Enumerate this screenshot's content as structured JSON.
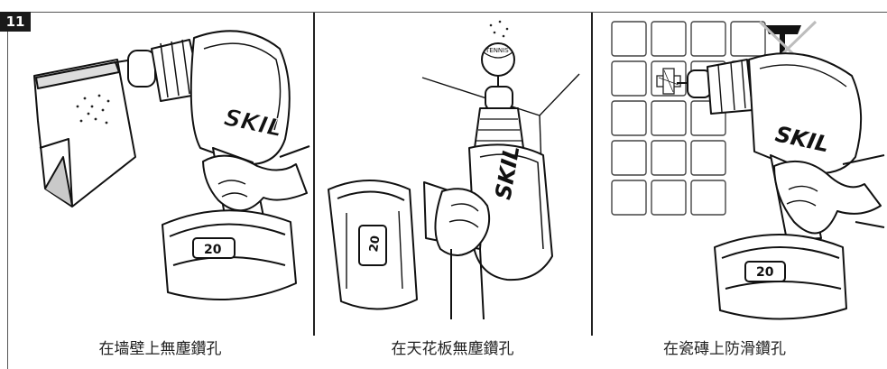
{
  "figure": {
    "number": "11",
    "panels": [
      {
        "caption": "在墙壁上無塵鑽孔",
        "brand": "SKIL",
        "battery_label": "20"
      },
      {
        "caption": "在天花板無塵鑽孔",
        "brand": "SKIL",
        "battery_label": "20",
        "accessory_label": "TENNIS"
      },
      {
        "caption": "在瓷磚上防滑鑽孔",
        "brand": "SKIL",
        "battery_label": "20"
      }
    ]
  }
}
